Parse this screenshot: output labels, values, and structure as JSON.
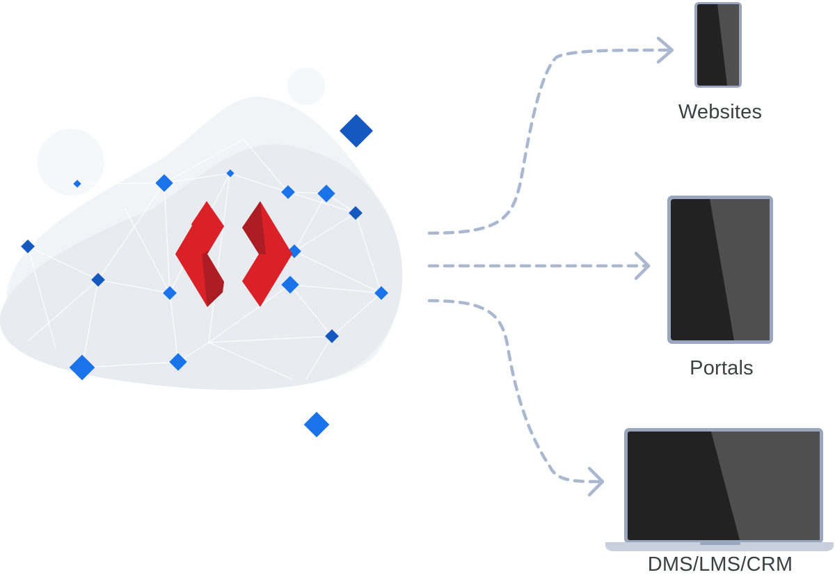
{
  "diagram": {
    "colors": {
      "brand_red": "#db2128",
      "brand_red_dark": "#a51c22",
      "node_blue": "#1a73e8",
      "node_blue_dark": "#1558c0",
      "connector": "#a9b8cf",
      "device_frame": "#9aa6bd",
      "screen_dark": "#222222",
      "screen_glare": "#4f4f4f",
      "cloud_fill": "#e8ebef"
    },
    "source": {
      "icon": "brand-logo-icon"
    },
    "targets": [
      {
        "label": "Websites",
        "icon": "smartphone-icon"
      },
      {
        "label": "Portals",
        "icon": "tablet-icon"
      },
      {
        "label": "DMS/LMS/CRM",
        "icon": "laptop-icon"
      }
    ]
  }
}
